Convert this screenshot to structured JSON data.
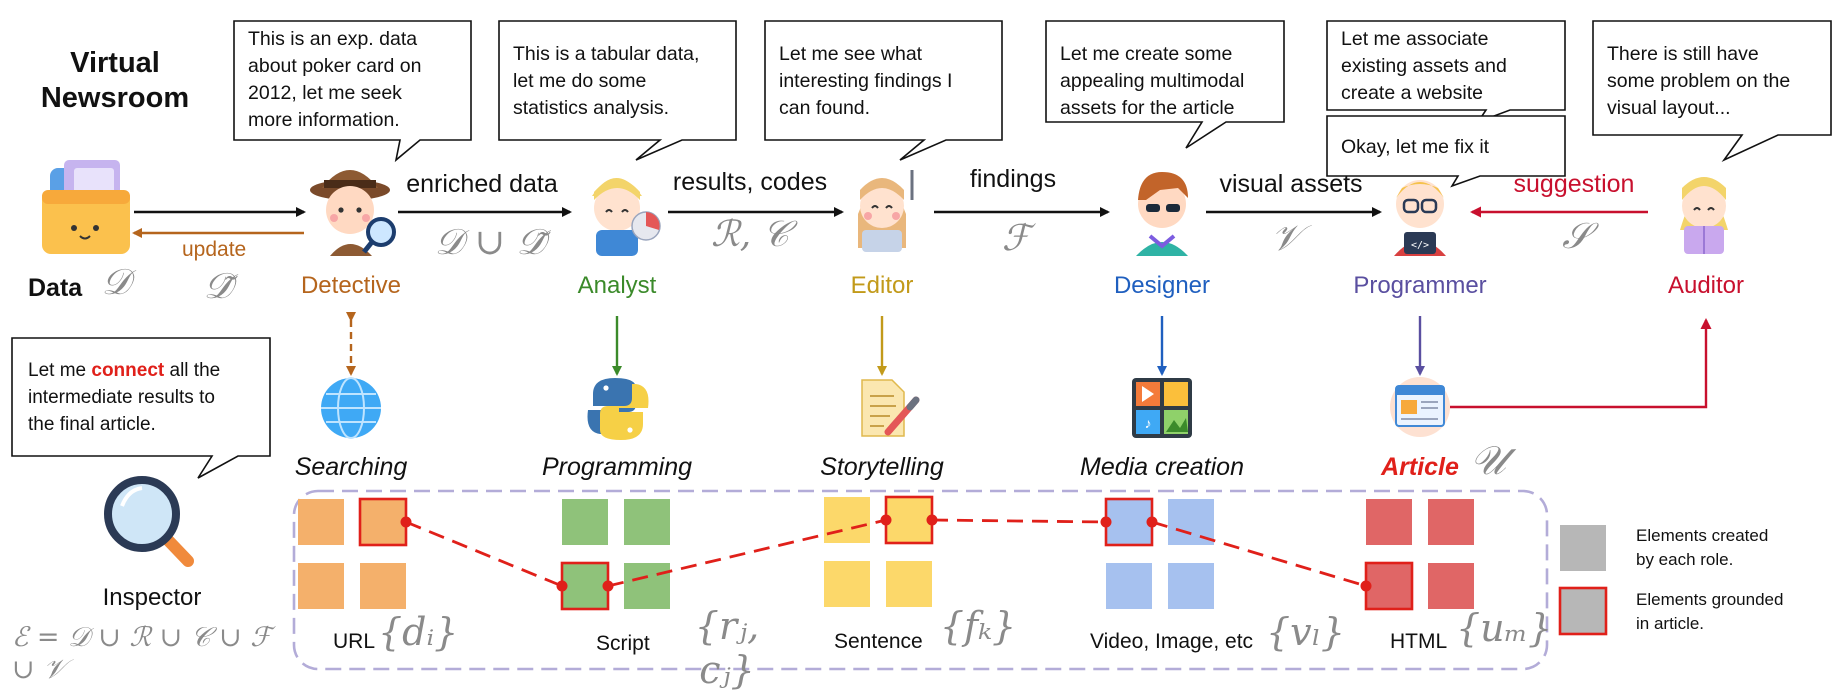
{
  "title": {
    "line1": "Virtual",
    "line2": "Newsroom"
  },
  "data_label": "Data",
  "data_symbol": "𝒟",
  "update_label": "update",
  "update_symbol": "𝒟̃",
  "roles": {
    "detective": "Detective",
    "analyst": "Analyst",
    "editor": "Editor",
    "designer": "Designer",
    "programmer": "Programmer",
    "auditor": "Auditor",
    "inspector": "Inspector"
  },
  "bubbles": {
    "detective": [
      "This is an exp. data",
      "about poker card on",
      "2012, let me seek",
      "more information."
    ],
    "analyst": [
      "This is a tabular data,",
      "let me do some",
      "statistics analysis."
    ],
    "editor": [
      "Let me see what",
      "interesting findings I",
      "can found."
    ],
    "designer": [
      "Let me create some",
      "appealing multimodal",
      "assets for the article"
    ],
    "programmer": [
      "Let me associate",
      "existing assets and",
      "create a website"
    ],
    "programmer_fix": [
      "Okay, let me fix it"
    ],
    "auditor": [
      "There is still have",
      "some problem on the",
      "visual layout..."
    ],
    "inspector": {
      "pre": "Let me ",
      "highlight": "connect",
      "post": " all the",
      "line2": "intermediate results to",
      "line3": "the final article."
    }
  },
  "edges": {
    "enriched": "enriched data",
    "enriched_symbol": "𝒟 ∪ 𝒟̃",
    "results": "results, codes",
    "results_symbol": "ℛ, 𝒞",
    "findings": "findings",
    "findings_symbol": "ℱ",
    "visual": "visual assets",
    "visual_symbol": "𝒱",
    "suggestion": "suggestion",
    "suggestion_symbol": "𝒮"
  },
  "stages": {
    "searching": "Searching",
    "programming": "Programming",
    "storytelling": "Storytelling",
    "media": "Media creation",
    "article": "Article",
    "article_symbol": "𝒰"
  },
  "bottom_labels": {
    "url": "URL",
    "url_symbol": "{dᵢ}",
    "script": "Script",
    "script_symbol": "{rⱼ, cⱼ}",
    "sentence": "Sentence",
    "sentence_symbol": "{fₖ}",
    "media": "Video, Image, etc",
    "media_symbol": "{vₗ}",
    "html": "HTML",
    "html_symbol": "{uₘ}"
  },
  "inspector_formula": "ℰ = 𝒟 ∪ ℛ ∪ 𝒞 ∪ ℱ ∪ 𝒱",
  "legend": {
    "created": [
      "Elements created",
      "by each role."
    ],
    "grounded": [
      "Elements grounded",
      "in article."
    ]
  },
  "colors": {
    "detective": "#b5651d",
    "analyst": "#3b8a2a",
    "editor": "#c29a1a",
    "designer": "#1f5fbf",
    "programmer": "#5a4fa0",
    "auditor": "#c8102e",
    "highlight": "#e0201a",
    "arrow": "#111111",
    "dashed_box": "#b3acd8",
    "orange_sq": "#f4b06b",
    "green_sq": "#8fc27a",
    "yellow_sq": "#fcd86a",
    "blue_sq": "#a6c1ef",
    "red_sq": "#e06666",
    "gray_sq": "#b7b7b7"
  },
  "icons": {
    "data": "folder-icon",
    "detective": "detective-avatar-icon",
    "analyst": "analyst-avatar-icon",
    "editor": "editor-avatar-icon",
    "designer": "designer-avatar-icon",
    "programmer": "programmer-avatar-icon",
    "auditor": "auditor-avatar-icon",
    "searching": "globe-icon",
    "programming": "python-icon",
    "storytelling": "document-pen-icon",
    "media": "media-grid-icon",
    "article": "webpage-icon",
    "inspector": "magnifier-icon"
  }
}
